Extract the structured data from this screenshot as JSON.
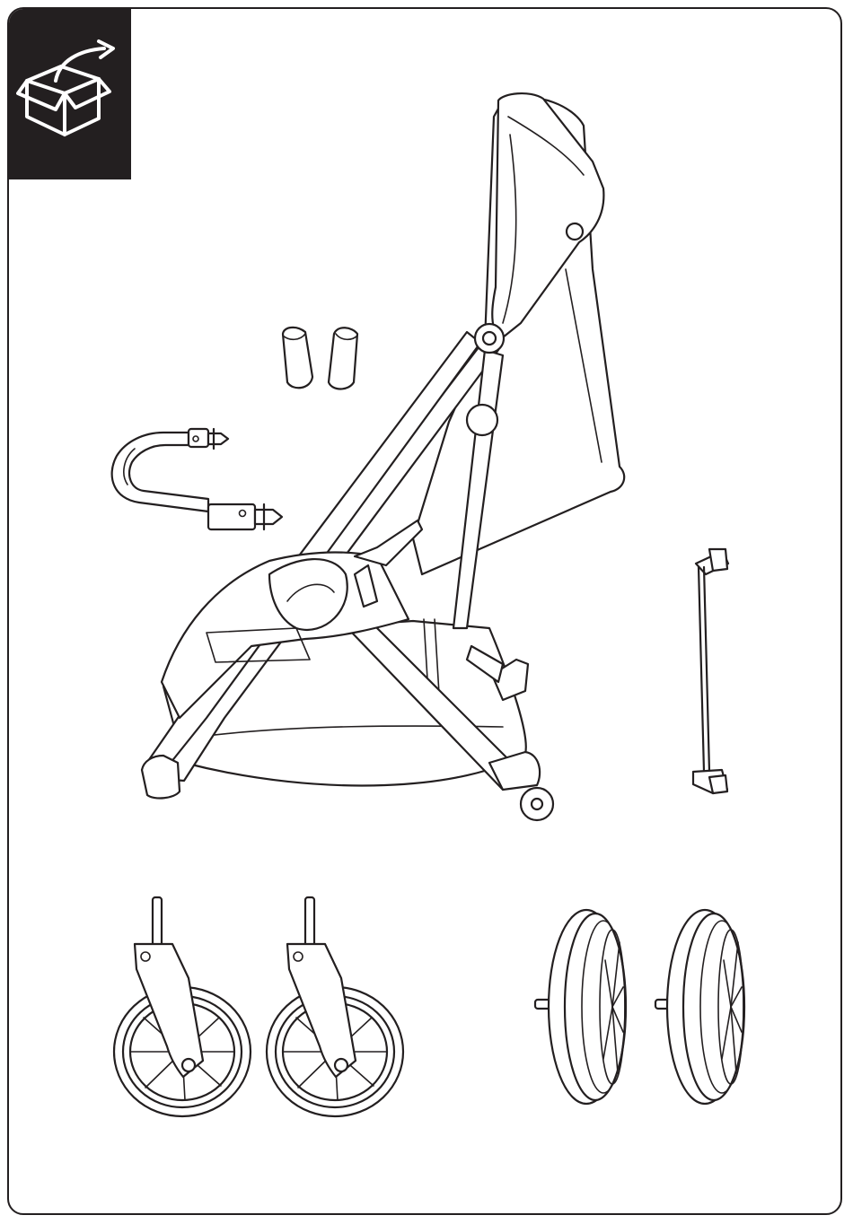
{
  "page": {
    "icon": "unbox-icon",
    "contents": [
      "stroller-frame",
      "bumper-bar",
      "adapter-pair",
      "crossbar",
      "front-swivel-wheels",
      "rear-wheels"
    ]
  },
  "colors": {
    "ink": "#231f20",
    "paper": "#ffffff"
  }
}
